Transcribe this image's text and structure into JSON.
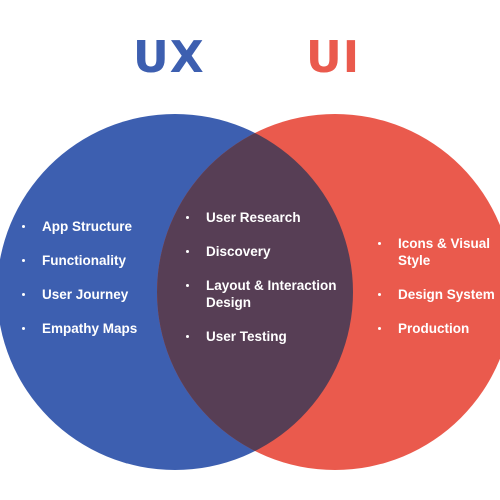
{
  "titles": {
    "ux": "UX",
    "ui": "UI"
  },
  "colors": {
    "ux_circle": "#3d5fb0",
    "ui_circle": "#ea5a4d",
    "overlap": "#573e55",
    "text": "#ffffff"
  },
  "ux_items": [
    "App Structure",
    "Functionality",
    "User Journey",
    "Empathy Maps"
  ],
  "shared_items": [
    "User Research",
    "Discovery",
    "Layout & Interaction Design",
    "User Testing"
  ],
  "ui_items": [
    "Icons & Visual Style",
    "Design System",
    "Production"
  ]
}
